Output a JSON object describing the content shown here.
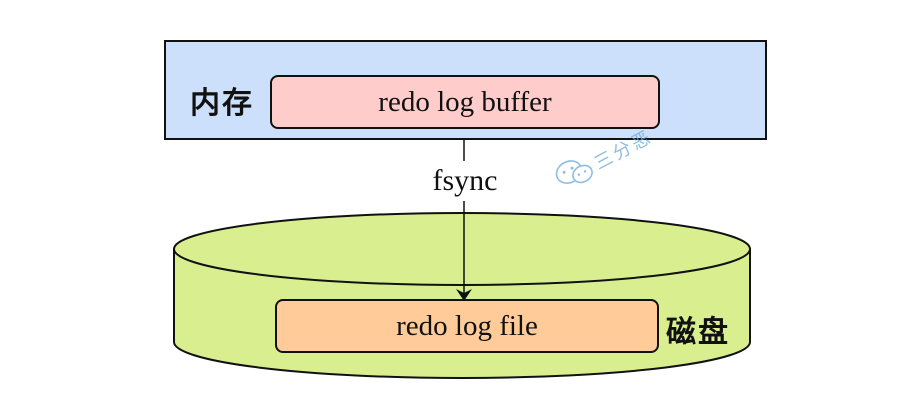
{
  "diagram": {
    "memory": {
      "label": "内存",
      "fill": "#cce0fb"
    },
    "buffer": {
      "label": "redo log buffer",
      "fill": "#ffcccc"
    },
    "edge": {
      "label": "fsync"
    },
    "disk": {
      "label": "磁盘",
      "fill": "#d9ef8f"
    },
    "file": {
      "label": "redo log file",
      "fill": "#ffcc99"
    },
    "watermark": {
      "text": "三分恶",
      "icon": "wechat-icon",
      "color": "#6aa7d8"
    }
  }
}
